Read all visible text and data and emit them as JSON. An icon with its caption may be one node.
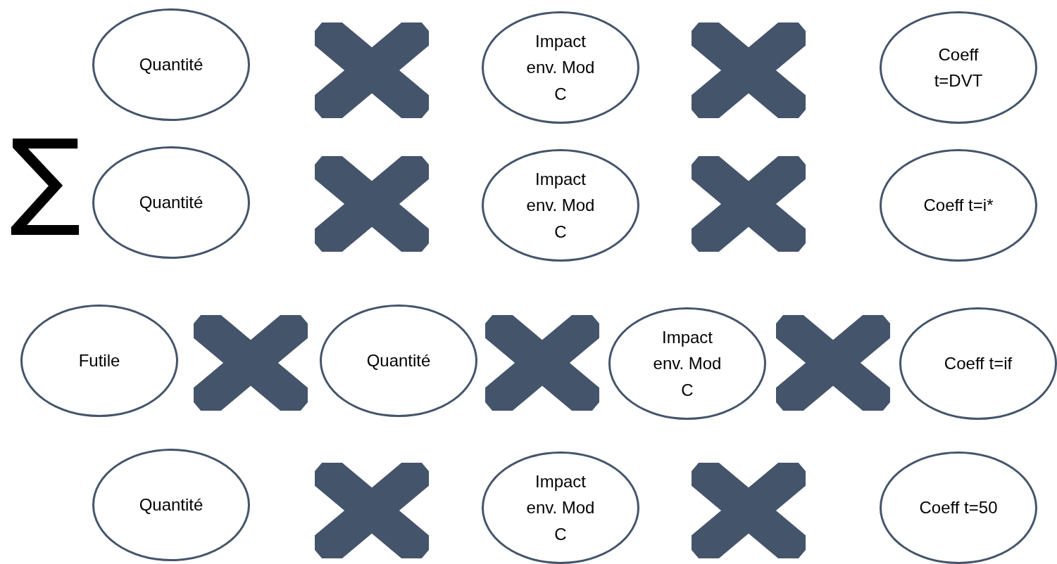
{
  "diagram": {
    "nodes": [
      {
        "text": [
          "Quantité"
        ]
      },
      {
        "text": [
          "Impact env. Mod C"
        ]
      },
      {
        "text": [
          "Coeff t=DVT"
        ]
      },
      {
        "text": [
          "Quantité"
        ]
      },
      {
        "text": [
          "Impact env. Mod C"
        ]
      },
      {
        "text": [
          "Coeff t=i*"
        ]
      },
      {
        "text": [
          "Futile"
        ]
      },
      {
        "text": [
          "Quantité"
        ]
      },
      {
        "text": [
          "Impact env. Mod C"
        ]
      },
      {
        "text": [
          "Coeff t=if"
        ]
      },
      {
        "text": [
          "Quantité"
        ]
      },
      {
        "text": [
          "Impact env. Mod C"
        ]
      },
      {
        "text": [
          "Coeff t=50"
        ]
      }
    ],
    "labels": [
      "∑"
    ]
  }
}
